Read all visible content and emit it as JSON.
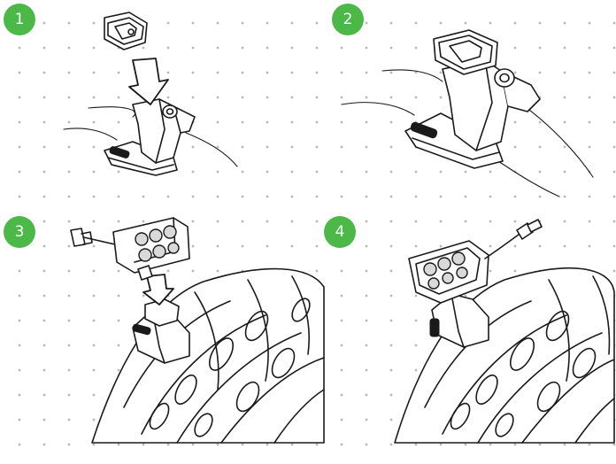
{
  "steps": [
    {
      "label": "1"
    },
    {
      "label": "2"
    },
    {
      "label": "3"
    },
    {
      "label": "4"
    }
  ],
  "colors": {
    "badge": "#4cb848",
    "line": "#1a1a1a",
    "dot_grid": "#b9b9b9",
    "background": "#ffffff"
  }
}
